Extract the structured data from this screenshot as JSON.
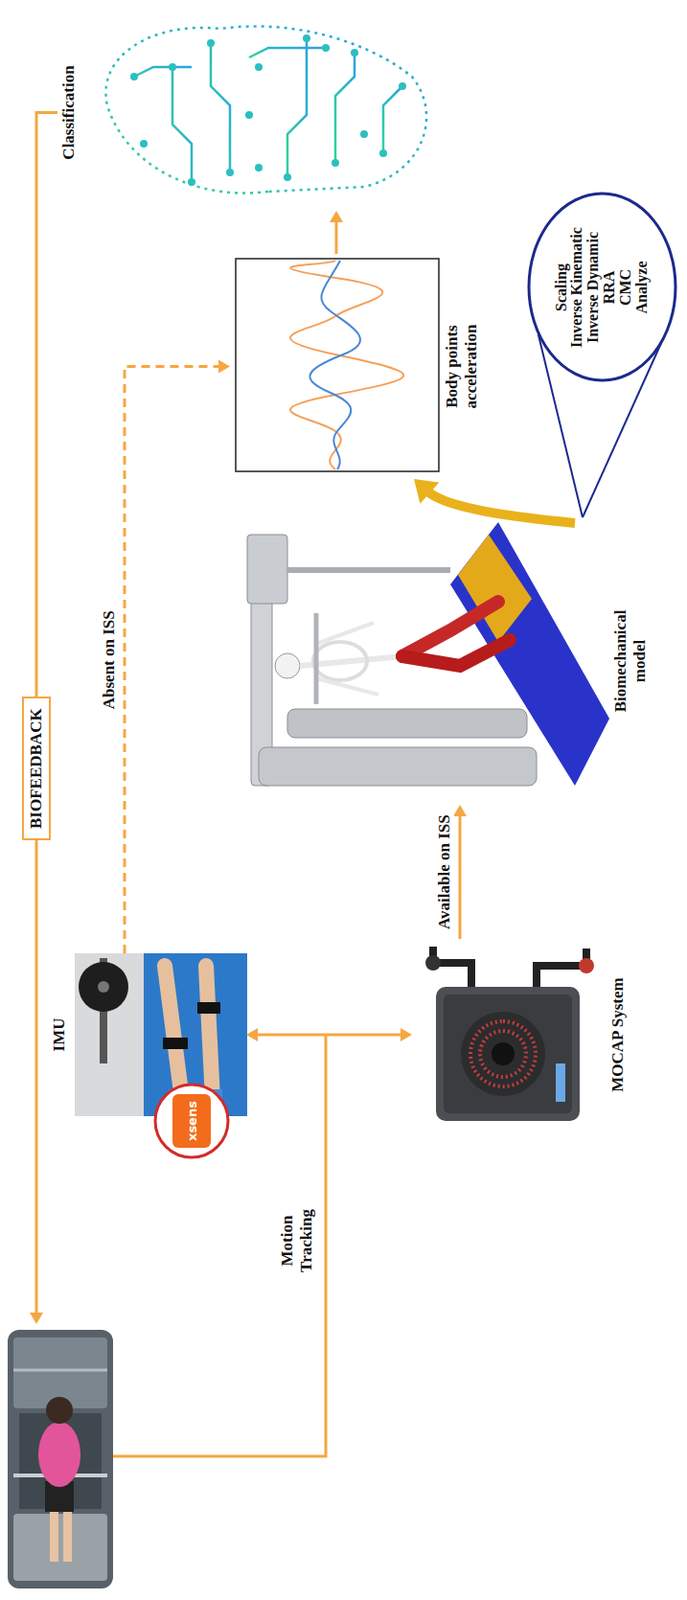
{
  "diagram": {
    "nodes": [
      {
        "text": [
          "BIOFEEDBACK"
        ]
      },
      {
        "text": [
          "IMU"
        ]
      },
      {
        "text": [
          "MOCAP System"
        ]
      },
      {
        "text": [
          "Biomechanical model"
        ]
      },
      {
        "text": [
          "Body points acceleration"
        ]
      },
      {
        "text": [
          "Classification"
        ]
      },
      {
        "text": [
          "Scaling",
          "Inverse Kinematic",
          "Inverse Dynamic",
          "RRA",
          "CMC",
          "Analyze"
        ]
      }
    ],
    "edges": [
      {
        "from": 5,
        "to": 0,
        "arrow": "none"
      },
      {
        "from": 1,
        "to": 2,
        "arrow": "both"
      },
      {
        "from": 1,
        "to": 4,
        "arrow": "to",
        "label": "Absent on ISS"
      },
      {
        "from": 2,
        "to": 3,
        "arrow": "to",
        "label": "Available on ISS"
      },
      {
        "from": 3,
        "to": 4,
        "arrow": "to"
      },
      {
        "from": 4,
        "to": 5,
        "arrow": "to"
      },
      {
        "from": 3,
        "to": 6,
        "arrow": "none"
      }
    ],
    "labels": [
      "Motion Tracking",
      "xsens"
    ]
  }
}
